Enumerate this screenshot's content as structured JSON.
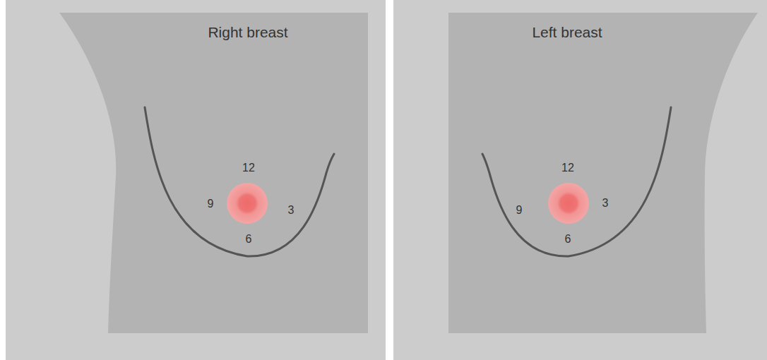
{
  "diagram": {
    "labels": [
      "Right breast",
      "12",
      "9",
      "3",
      "6",
      "Left breast",
      "12",
      "9",
      "3",
      "6"
    ]
  }
}
